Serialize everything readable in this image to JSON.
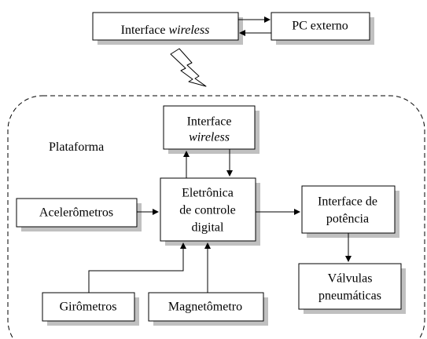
{
  "external": {
    "wireless_box": {
      "text": "Interface ",
      "italic": "wireless"
    },
    "pc_box": {
      "text": "PC externo"
    }
  },
  "platform": {
    "label": "Plataforma",
    "wireless_box": {
      "line1": "Interface",
      "line2": "wireless"
    },
    "control_box": {
      "line1": "Eletrônica",
      "line2": "de controle",
      "line3": "digital"
    },
    "accel_box": {
      "text": "Acelerômetros"
    },
    "power_box": {
      "line1": "Interface de",
      "line2": "potência"
    },
    "valves_box": {
      "line1": "Válvulas",
      "line2": "pneumáticas"
    },
    "gyro_box": {
      "text": "Girômetros"
    },
    "magneto_box": {
      "text": "Magnetômetro"
    }
  },
  "colors": {
    "stroke": "#000000",
    "shadow": "#c0c0c0",
    "fill": "#ffffff"
  }
}
